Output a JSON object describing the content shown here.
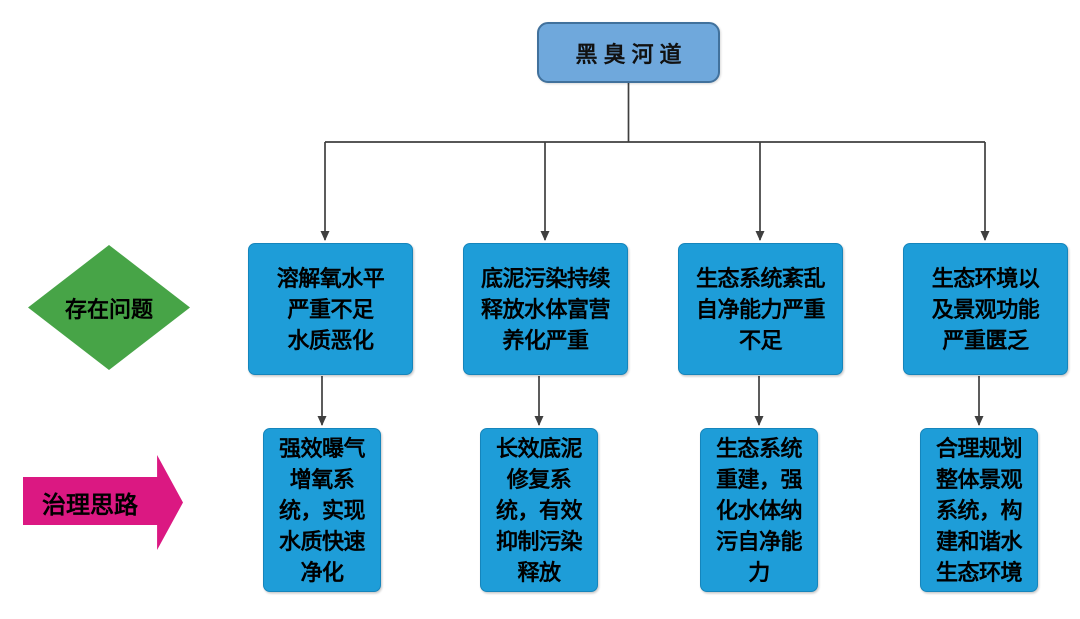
{
  "root": {
    "label": "黑臭河道"
  },
  "row_markers": {
    "problems": {
      "label": "存在问题",
      "shape": "diamond",
      "color": "#47A447"
    },
    "solutions": {
      "label": "治理思路",
      "shape": "right-arrow",
      "color": "#DB1882"
    }
  },
  "colors": {
    "root_fill": "#6FA8DC",
    "root_border": "#41719C",
    "node_fill": "#1E9DD8",
    "connector": "#3F3F3F",
    "text": "#000000"
  },
  "problems": [
    {
      "lines": [
        "溶解氧水平",
        "严重不足",
        "水质恶化"
      ]
    },
    {
      "lines": [
        "底泥污染持续",
        "释放水体富营",
        "养化严重"
      ]
    },
    {
      "lines": [
        "生态系统紊乱",
        "自净能力严重",
        "不足"
      ]
    },
    {
      "lines": [
        "生态环境以",
        "及景观功能",
        "严重匮乏"
      ]
    }
  ],
  "solutions": [
    {
      "lines": [
        "强效曝气",
        "增氧系",
        "统，实现",
        "水质快速",
        "净化"
      ]
    },
    {
      "lines": [
        "长效底泥",
        "修复系",
        "统，有效",
        "抑制污染",
        "释放"
      ]
    },
    {
      "lines": [
        "生态系统",
        "重建，强",
        "化水体纳",
        "污自净能",
        "力"
      ]
    },
    {
      "lines": [
        "合理规划",
        "整体景观",
        "系统，构",
        "建和谐水",
        "生态环境"
      ]
    }
  ]
}
